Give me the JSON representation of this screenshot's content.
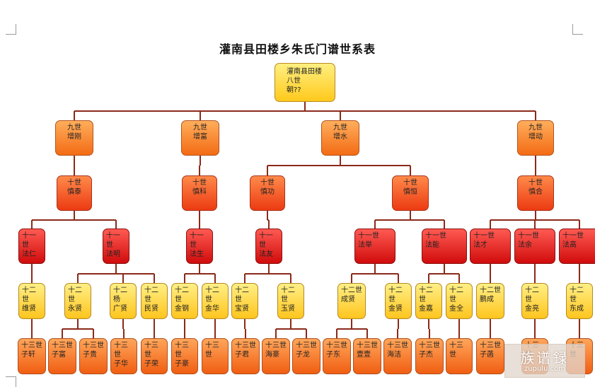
{
  "title": "灌南县田楼乡朱氏门谱世系表",
  "watermark": {
    "main": "族谱録",
    "sub": "zupulu.com"
  },
  "colors": {
    "line": "#8b2a1a",
    "root": "#ffd23a",
    "gen9": "#f57a22",
    "gen10": "#f04a18",
    "gen11": "#dd1414",
    "gen12": "#ffd23a",
    "gen13": "#f57a22"
  },
  "nodes": [
    {
      "id": "root",
      "gen": "root",
      "text": "灌南县田楼\n八世\n朝??"
    },
    {
      "id": "n9a",
      "gen": 9,
      "text": "九世\n增刚"
    },
    {
      "id": "n9b",
      "gen": 9,
      "text": "九世\n增富"
    },
    {
      "id": "n9c",
      "gen": 9,
      "text": "九世\n增水"
    },
    {
      "id": "n9d",
      "gen": 9,
      "text": "九世\n增动"
    },
    {
      "id": "n10a",
      "gen": 10,
      "text": "十世\n慎泰"
    },
    {
      "id": "n10b",
      "gen": 10,
      "text": "十世\n慎科"
    },
    {
      "id": "n10c",
      "gen": 10,
      "text": "十世\n慎功"
    },
    {
      "id": "n10d",
      "gen": 10,
      "text": "十世\n慎恒"
    },
    {
      "id": "n10e",
      "gen": 10,
      "text": "十世\n慎合"
    },
    {
      "id": "n11a",
      "gen": 11,
      "text": "十一世\n法仁"
    },
    {
      "id": "n11b",
      "gen": 11,
      "text": "十一世\n法明"
    },
    {
      "id": "n11c",
      "gen": 11,
      "text": "十一世\n法生"
    },
    {
      "id": "n11d",
      "gen": 11,
      "text": "十一世\n法友"
    },
    {
      "id": "n11e",
      "gen": 11,
      "text": "十一世\n法举"
    },
    {
      "id": "n11f",
      "gen": 11,
      "text": "十一世\n法能"
    },
    {
      "id": "n11g",
      "gen": 11,
      "text": "十一世\n法才"
    },
    {
      "id": "n11h",
      "gen": 11,
      "text": "十一世\n法余"
    },
    {
      "id": "n11i",
      "gen": 11,
      "text": "十一世\n法高"
    },
    {
      "id": "n12a",
      "gen": 12,
      "text": "十二世\n维贤"
    },
    {
      "id": "n12b",
      "gen": 12,
      "text": "十二世\n永贤"
    },
    {
      "id": "n12c",
      "gen": 12,
      "text": "十二杨\n广贤"
    },
    {
      "id": "n12d",
      "gen": 12,
      "text": "十二世\n民贤"
    },
    {
      "id": "n12e",
      "gen": 12,
      "text": "十二世\n金钢"
    },
    {
      "id": "n12f",
      "gen": 12,
      "text": "十二世\n金华"
    },
    {
      "id": "n12g",
      "gen": 12,
      "text": "十二世\n宝贤"
    },
    {
      "id": "n12h",
      "gen": 12,
      "text": "十二世\n玉贤"
    },
    {
      "id": "n12i",
      "gen": 12,
      "text": "十二世\n成贤"
    },
    {
      "id": "n12j",
      "gen": 12,
      "text": "十二世\n金贤"
    },
    {
      "id": "n12k",
      "gen": 12,
      "text": "十二世\n金嘉"
    },
    {
      "id": "n12l",
      "gen": 12,
      "text": "十二世\n金全"
    },
    {
      "id": "n12m",
      "gen": 12,
      "text": "十二世\n鹏成"
    },
    {
      "id": "n12n",
      "gen": 12,
      "text": "十二世\n金亮"
    },
    {
      "id": "n12o",
      "gen": 12,
      "text": "十二世\n东成"
    },
    {
      "id": "n13a",
      "gen": 13,
      "text": "十三世\n子轩"
    },
    {
      "id": "n13b",
      "gen": 13,
      "text": "十三世\n子富"
    },
    {
      "id": "n13c",
      "gen": 13,
      "text": "十三世\n子贵"
    },
    {
      "id": "n13d",
      "gen": 13,
      "text": "十三世\n子华"
    },
    {
      "id": "n13e",
      "gen": 13,
      "text": "十三世\n子荣"
    },
    {
      "id": "n13f",
      "gen": 13,
      "text": "十三世\n子豪"
    },
    {
      "id": "n13g",
      "gen": 13,
      "text": "十三世"
    },
    {
      "id": "n13h",
      "gen": 13,
      "text": "十三世\n子君"
    },
    {
      "id": "n13i",
      "gen": 13,
      "text": "十三世\n海豪"
    },
    {
      "id": "n13j",
      "gen": 13,
      "text": "十三世\n子龙"
    },
    {
      "id": "n13k",
      "gen": 13,
      "text": "十三世\n子东"
    },
    {
      "id": "n13l",
      "gen": 13,
      "text": "十三世\n壹壹"
    },
    {
      "id": "n13m",
      "gen": 13,
      "text": "十三世\n海洁"
    },
    {
      "id": "n13n",
      "gen": 13,
      "text": "十三世\n子杰"
    },
    {
      "id": "n13o",
      "gen": 13,
      "text": "十三世"
    },
    {
      "id": "n13p",
      "gen": 13,
      "text": "十三世\n子菡"
    },
    {
      "id": "n13q",
      "gen": 13,
      "text": "十三世"
    },
    {
      "id": "n13r",
      "gen": 13,
      "text": "十三世"
    }
  ],
  "edges": [
    [
      "root",
      "n9a"
    ],
    [
      "root",
      "n9b"
    ],
    [
      "root",
      "n9c"
    ],
    [
      "root",
      "n9d"
    ],
    [
      "n9a",
      "n10a"
    ],
    [
      "n9b",
      "n10b"
    ],
    [
      "n9c",
      "n10c"
    ],
    [
      "n9c",
      "n10d"
    ],
    [
      "n9d",
      "n10e"
    ],
    [
      "n10a",
      "n11a"
    ],
    [
      "n10a",
      "n11b"
    ],
    [
      "n10b",
      "n11c"
    ],
    [
      "n10c",
      "n11d"
    ],
    [
      "n10d",
      "n11e"
    ],
    [
      "n10d",
      "n11f"
    ],
    [
      "n10e",
      "n11g"
    ],
    [
      "n10e",
      "n11h"
    ],
    [
      "n10e",
      "n11i"
    ],
    [
      "n11a",
      "n12a"
    ],
    [
      "n11b",
      "n12b"
    ],
    [
      "n11b",
      "n12c"
    ],
    [
      "n11b",
      "n12d"
    ],
    [
      "n11c",
      "n12e"
    ],
    [
      "n11c",
      "n12f"
    ],
    [
      "n11d",
      "n12g"
    ],
    [
      "n11d",
      "n12h"
    ],
    [
      "n11e",
      "n12i"
    ],
    [
      "n11e",
      "n12j"
    ],
    [
      "n11f",
      "n12k"
    ],
    [
      "n11f",
      "n12l"
    ],
    [
      "n11g",
      "n12m"
    ],
    [
      "n11h",
      "n12n"
    ],
    [
      "n11i",
      "n12o"
    ],
    [
      "n12a",
      "n13a"
    ],
    [
      "n12b",
      "n13b"
    ],
    [
      "n12b",
      "n13c"
    ],
    [
      "n12c",
      "n13d"
    ],
    [
      "n12d",
      "n13e"
    ],
    [
      "n12e",
      "n13f"
    ],
    [
      "n12f",
      "n13g"
    ],
    [
      "n12g",
      "n13h"
    ],
    [
      "n12h",
      "n13i"
    ],
    [
      "n12h",
      "n13j"
    ],
    [
      "n12i",
      "n13k"
    ],
    [
      "n12i",
      "n13l"
    ],
    [
      "n12j",
      "n13m"
    ],
    [
      "n12k",
      "n13n"
    ],
    [
      "n12l",
      "n13o"
    ],
    [
      "n12m",
      "n13p"
    ],
    [
      "n12n",
      "n13q"
    ],
    [
      "n12o",
      "n13r"
    ]
  ]
}
